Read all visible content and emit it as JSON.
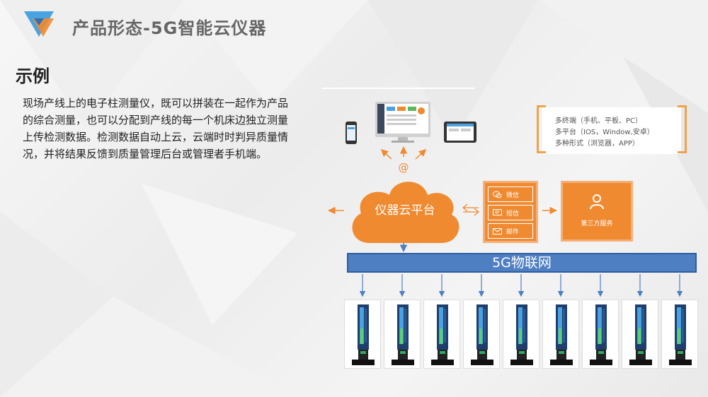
{
  "header": {
    "title": "产品形态-5G智能云仪器"
  },
  "section": {
    "title": "示例"
  },
  "description": "现场产线上的电子柱测量仪，既可以拼装在一起作为产品的综合测量，也可以分配到产线的每一个机床边独立测量上传检测数据。检测数据自动上云，云端时时判异质量情况，并将结果反馈到质量管理后台或管理者手机端。",
  "diagram": {
    "at_symbol": "@",
    "cloud_label": "仪器云平台",
    "terminals": [
      "多终端（手机、平板、PC）",
      "多平台（IOS，Window,安卓）",
      "多种形式（浏览器，APP）"
    ],
    "messages": [
      {
        "label": "微信",
        "icon": "wechat-icon"
      },
      {
        "label": "短信",
        "icon": "sms-icon"
      },
      {
        "label": "邮件",
        "icon": "mail-icon"
      }
    ],
    "third_party": {
      "label": "第三方服务",
      "icon": "user-icon"
    },
    "network_label": "5G物联网",
    "device_count": 9
  },
  "colors": {
    "orange": "#f08a30",
    "blue": "#4f7fc3",
    "title_gray": "#666666"
  }
}
